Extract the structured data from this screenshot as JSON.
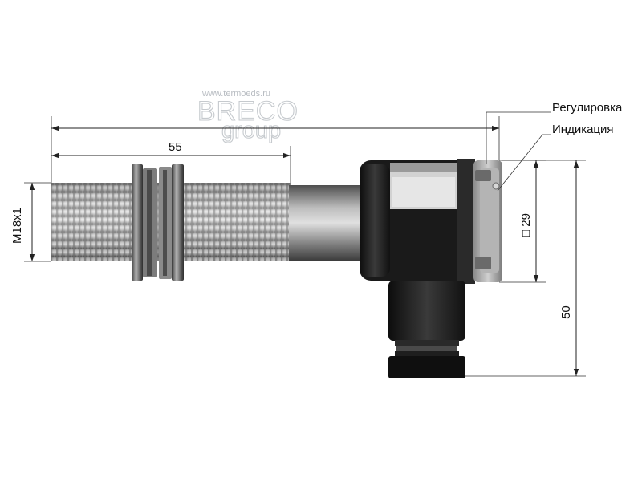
{
  "watermark": {
    "url": "www.termoeds.ru",
    "brand_top": "BRECO",
    "brand_bottom": "group"
  },
  "callouts": {
    "adjustment": "Регулировка",
    "indication": "Индикация"
  },
  "dimensions": {
    "overall_length": "55",
    "thread": "M18x1",
    "housing_square": "□ 29",
    "height": "50"
  },
  "colors": {
    "thread_metal": "#9a9a9a",
    "housing": "#1b1b1b",
    "label_panel": "#d8d8d8",
    "dimension_lines": "#222222"
  }
}
